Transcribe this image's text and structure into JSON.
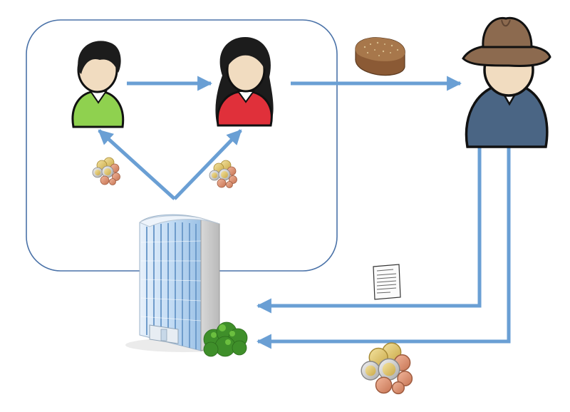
{
  "diagram": {
    "nodes": [
      {
        "id": "person-green",
        "icon": "person-male-green-icon"
      },
      {
        "id": "person-red",
        "icon": "person-female-red-icon"
      },
      {
        "id": "farmer",
        "icon": "farmer-cowboy-hat-icon"
      },
      {
        "id": "company",
        "icon": "office-building-icon"
      }
    ],
    "items": [
      {
        "id": "bread",
        "icon": "bread-loaf-icon"
      },
      {
        "id": "invoice",
        "icon": "document-invoice-icon"
      },
      {
        "id": "coins-left",
        "icon": "coins-icon"
      },
      {
        "id": "coins-right",
        "icon": "coins-icon"
      },
      {
        "id": "coins-bottom",
        "icon": "coins-icon"
      }
    ],
    "edges": [
      {
        "from": "person-green",
        "to": "person-red"
      },
      {
        "from": "person-red",
        "to": "farmer"
      },
      {
        "from": "company",
        "to": "person-green"
      },
      {
        "from": "company",
        "to": "person-red"
      },
      {
        "from": "farmer",
        "to": "company"
      },
      {
        "from": "farmer",
        "to": "company"
      }
    ],
    "colors": {
      "arrow": "#6a9fd4",
      "frame": "#4a72a8",
      "green_shirt": "#8fd14f",
      "red_shirt": "#e0303a",
      "farmer_shirt": "#4a6584",
      "hat": "#8c6a4f",
      "skin": "#f1dcc0"
    }
  }
}
